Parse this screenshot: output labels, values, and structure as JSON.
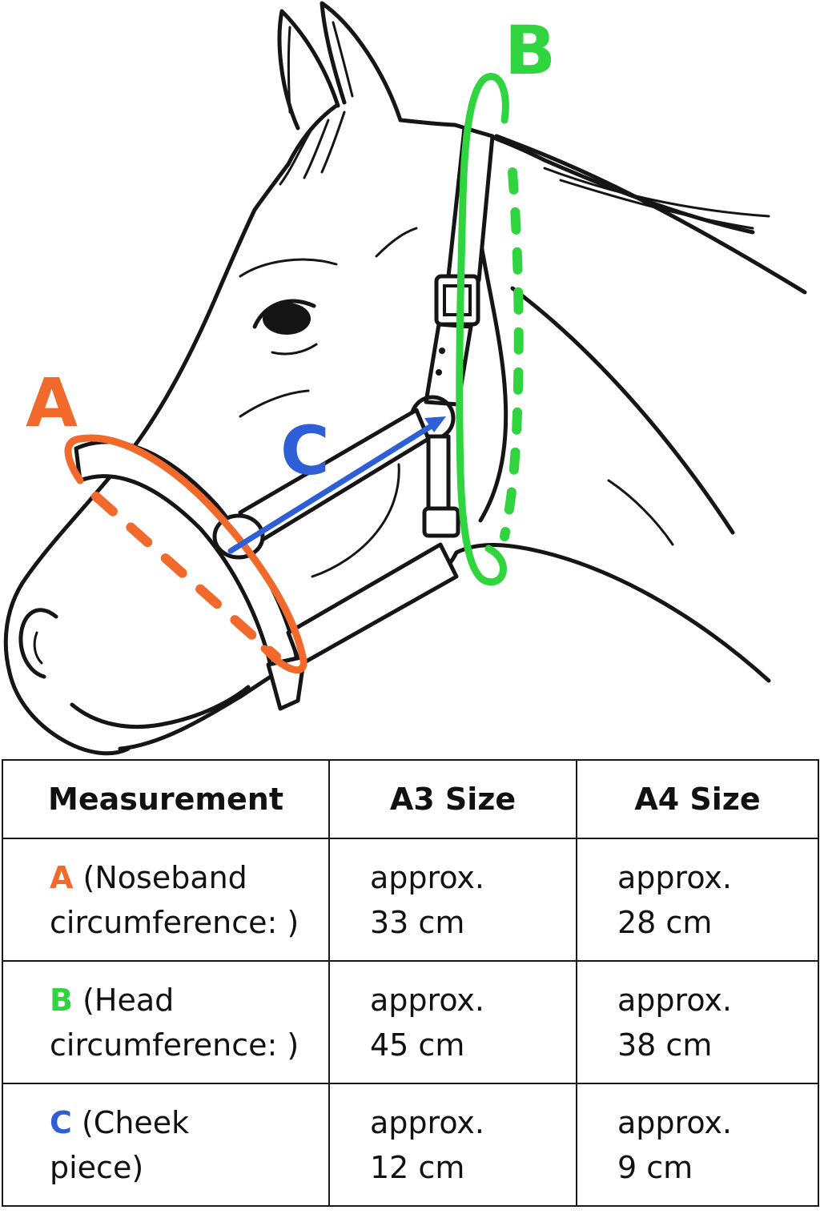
{
  "diagram": {
    "markers": [
      {
        "letter": "A",
        "color": "#f26a2b"
      },
      {
        "letter": "B",
        "color": "#2fd43e"
      },
      {
        "letter": "C",
        "color": "#2f5fd6"
      }
    ]
  },
  "table": {
    "headers": [
      "Measurement",
      "A3 Size",
      "A4 Size"
    ],
    "rows": [
      {
        "letter": "A",
        "color": "#f26a2b",
        "label_line1": "(Noseband",
        "label_line2": "circumference: )",
        "a3_line1": "approx.",
        "a3_line2": "33 cm",
        "a4_line1": "approx.",
        "a4_line2": "28 cm"
      },
      {
        "letter": "B",
        "color": "#2fd43e",
        "label_line1": "(Head",
        "label_line2": "circumference: )",
        "a3_line1": "approx.",
        "a3_line2": "45 cm",
        "a4_line1": "approx.",
        "a4_line2": "38 cm"
      },
      {
        "letter": "C",
        "color": "#2f5fd6",
        "label_line1": "(Cheek",
        "label_line2": "piece)",
        "a3_line1": "approx.",
        "a3_line2": "12 cm",
        "a4_line1": "approx.",
        "a4_line2": "9 cm"
      }
    ]
  }
}
